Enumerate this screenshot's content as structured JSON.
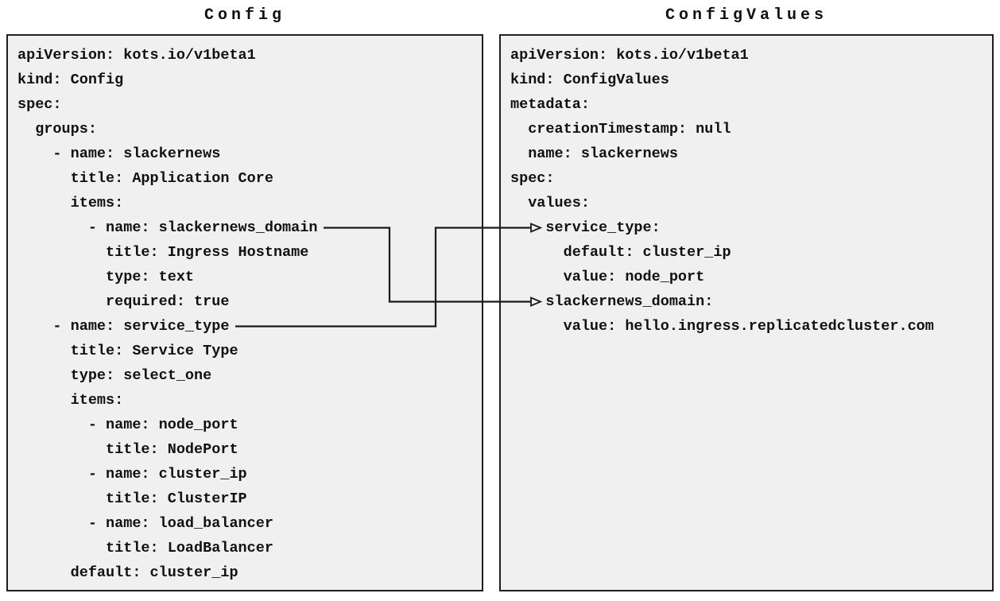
{
  "panels": {
    "left": {
      "title": "Config",
      "lines": [
        "apiVersion: kots.io/v1beta1",
        "kind: Config",
        "spec:",
        "  groups:",
        "    - name: slackernews",
        "      title: Application Core",
        "      items:",
        "        - name: slackernews_domain",
        "          title: Ingress Hostname",
        "          type: text",
        "          required: true",
        "    - name: service_type",
        "      title: Service Type",
        "      type: select_one",
        "      items:",
        "        - name: node_port",
        "          title: NodePort",
        "        - name: cluster_ip",
        "          title: ClusterIP",
        "        - name: load_balancer",
        "          title: LoadBalancer",
        "      default: cluster_ip"
      ]
    },
    "right": {
      "title": "ConfigValues",
      "lines": [
        "apiVersion: kots.io/v1beta1",
        "kind: ConfigValues",
        "metadata:",
        "  creationTimestamp: null",
        "  name: slackernews",
        "spec:",
        "  values:",
        "    service_type:",
        "      default: cluster_ip",
        "      value: node_port",
        "    slackernews_domain:",
        "      value: hello.ingress.replicatedcluster.com"
      ]
    }
  },
  "connectors": [
    {
      "from": "Config item name: slackernews_domain",
      "to": "ConfigValues spec.values.slackernews_domain"
    },
    {
      "from": "Config item name: service_type",
      "to": "ConfigValues spec.values.service_type"
    }
  ],
  "colors": {
    "panel_bg": "#f0f0f0",
    "panel_border": "#1f1f1f",
    "text": "#111111",
    "connector": "#1a1a1a"
  }
}
